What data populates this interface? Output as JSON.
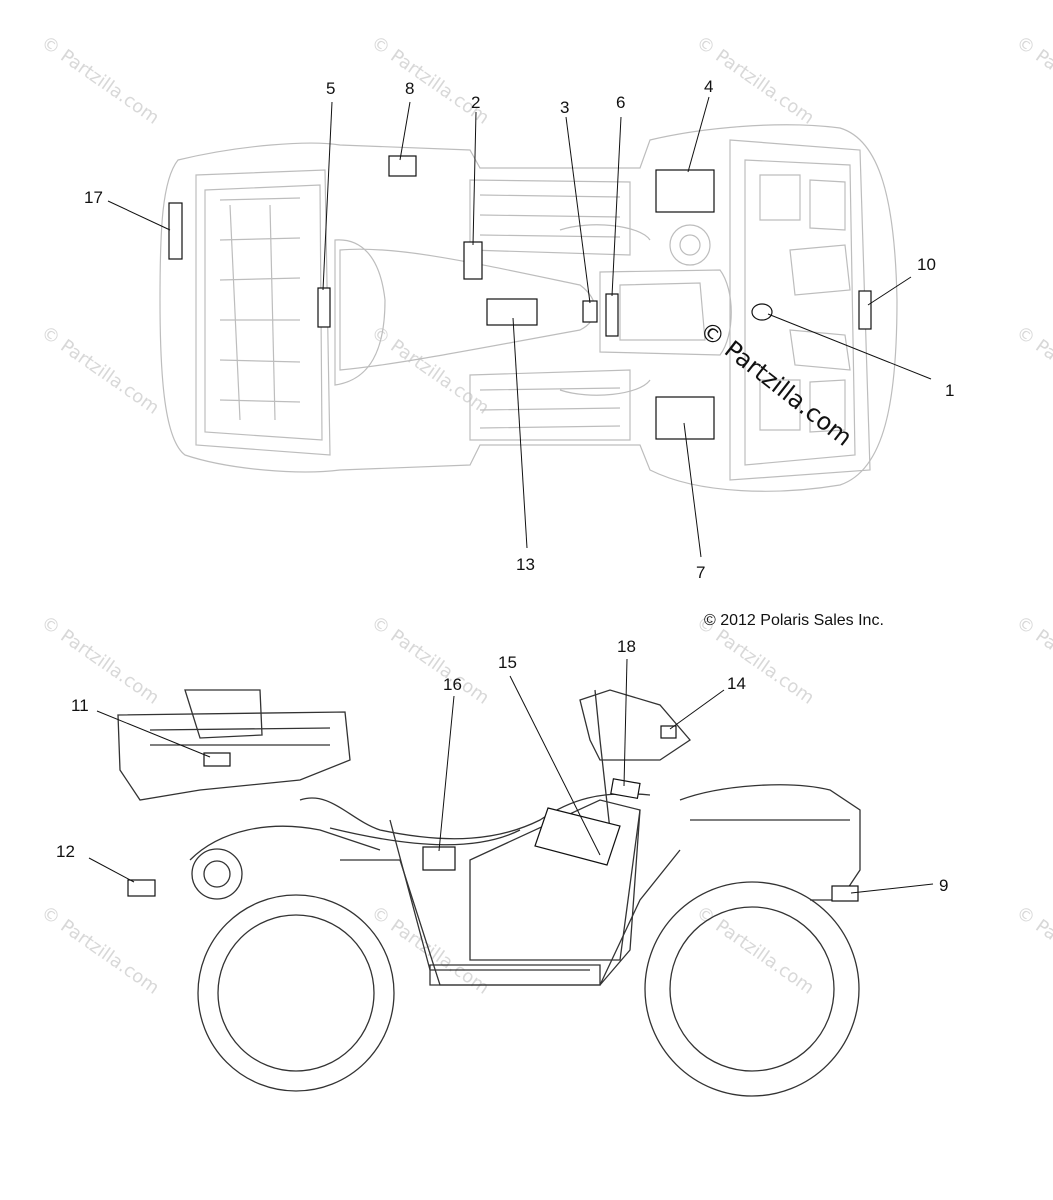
{
  "copyright": "© 2012 Polaris Sales Inc.",
  "watermark_center": "© Partzilla.com",
  "watermark_tile": "© Partzilla.com",
  "top_view_callouts": [
    "5",
    "8",
    "2",
    "3",
    "6",
    "4",
    "17",
    "10",
    "1",
    "13",
    "7"
  ],
  "side_view_callouts": [
    "18",
    "15",
    "16",
    "14",
    "11",
    "12",
    "9"
  ]
}
